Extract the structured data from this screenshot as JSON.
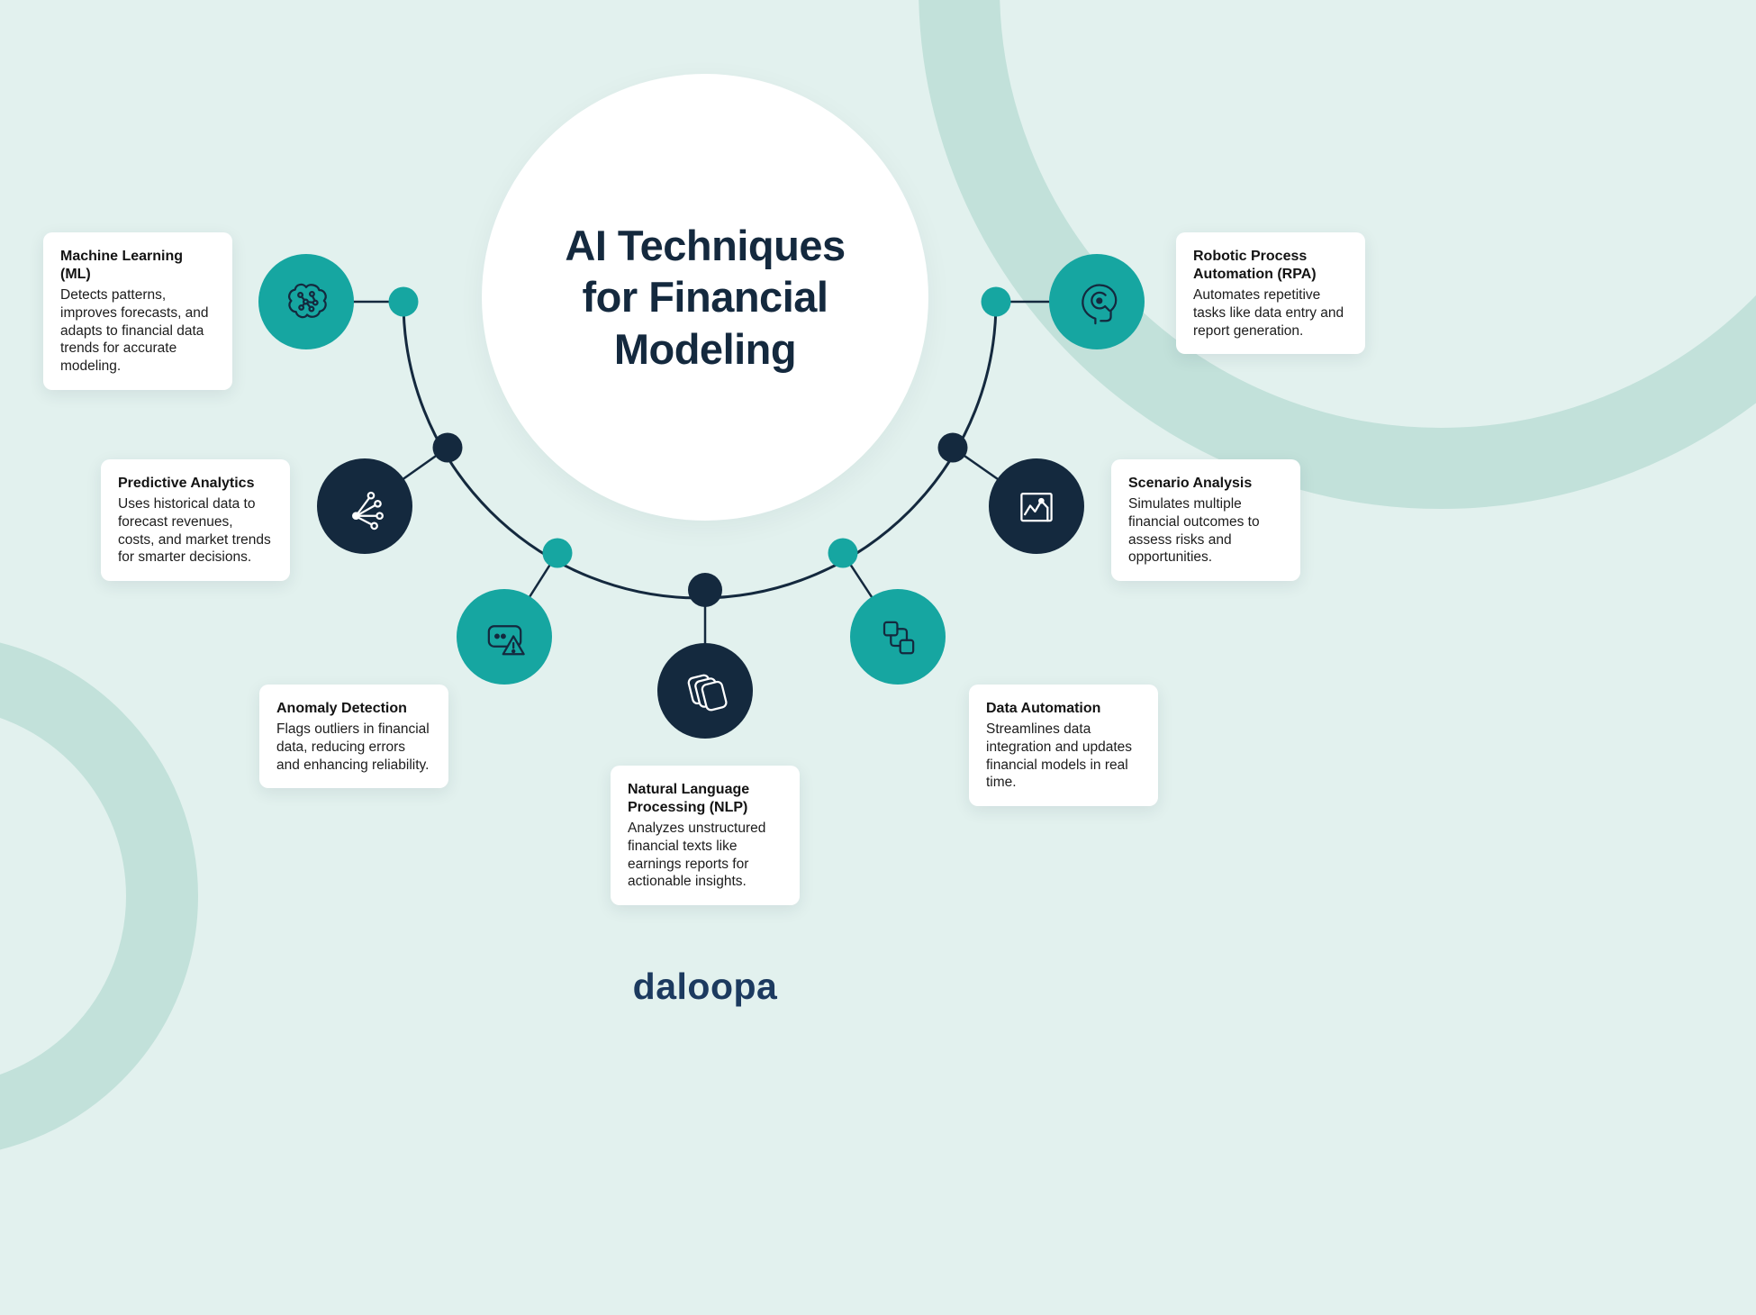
{
  "title": {
    "lines": [
      "AI Techniques",
      "for Financial",
      "Modeling"
    ]
  },
  "brand": "daloopa",
  "colors": {
    "background": "#E2F1EE",
    "decorative_ring": "#C2E1DA",
    "teal": "#16A6A1",
    "navy": "#14293E",
    "card_background": "#FFFFFF",
    "title_text": "#14293E",
    "brand_text": "#1C3A5F"
  },
  "nodes": [
    {
      "id": "machine-learning",
      "title": "Machine Learning (ML)",
      "description": "Detects patterns, improves forecasts, and adapts to financial data trends for accurate modeling.",
      "icon": "brain-icon",
      "circle_color": "teal"
    },
    {
      "id": "predictive-analytics",
      "title": "Predictive Analytics",
      "description": "Uses historical data to forecast revenues, costs, and market trends for smarter decisions.",
      "icon": "network-icon",
      "circle_color": "navy"
    },
    {
      "id": "anomaly-detection",
      "title": "Anomaly Detection",
      "description": "Flags outliers in financial data, reducing errors and enhancing reliability.",
      "icon": "alert-card-icon",
      "circle_color": "teal"
    },
    {
      "id": "natural-language-processing",
      "title": "Natural Language Processing (NLP)",
      "description": "Analyzes unstructured financial texts like earnings reports for actionable insights.",
      "icon": "documents-icon",
      "circle_color": "navy"
    },
    {
      "id": "data-automation",
      "title": "Data Automation",
      "description": "Streamlines data integration and updates financial models in real time.",
      "icon": "connected-squares-icon",
      "circle_color": "teal"
    },
    {
      "id": "scenario-analysis",
      "title": "Scenario Analysis",
      "description": "Simulates multiple financial outcomes to assess risks and opportunities.",
      "icon": "line-chart-icon",
      "circle_color": "navy"
    },
    {
      "id": "robotic-process-automation",
      "title": "Robotic Process Automation (RPA)",
      "description": "Automates repetitive tasks like data entry and report generation.",
      "icon": "head-circuit-icon",
      "circle_color": "teal"
    }
  ]
}
